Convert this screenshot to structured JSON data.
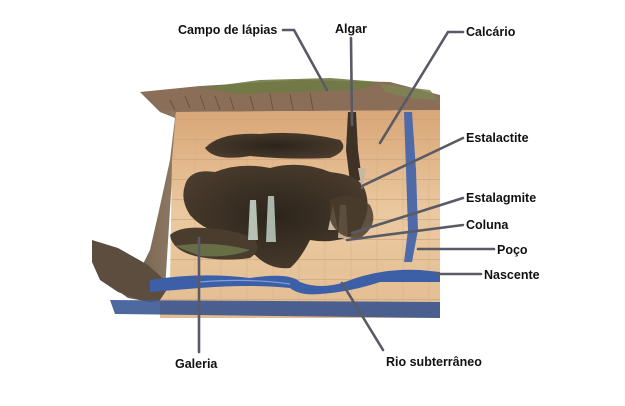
{
  "labels": {
    "campo_de_lapias": "Campo de lápias",
    "algar": "Algar",
    "calcario": "Calcário",
    "estalactite": "Estalactite",
    "estalagmite": "Estalagmite",
    "coluna": "Coluna",
    "poco": "Poço",
    "nascente": "Nascente",
    "galeria": "Galeria",
    "rio_subterraneo": "Rio subterrâneo"
  },
  "colors": {
    "leader_line": "#5a5a64",
    "limestone": "#e8c49a",
    "cave_dark": "#3b2f24",
    "surface_grass": "#6f7a45",
    "water": "#3d5fa8",
    "cliff": "#6b5a48"
  }
}
